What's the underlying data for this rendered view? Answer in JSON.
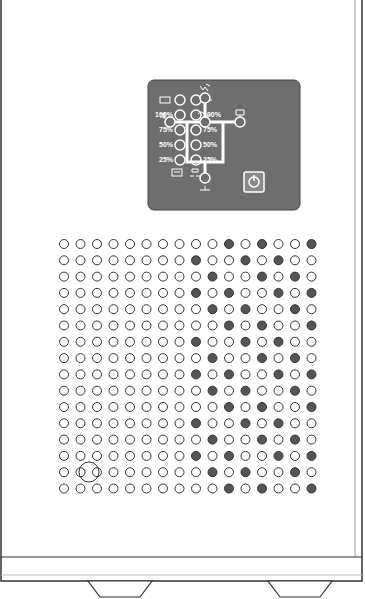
{
  "diagram": {
    "labels": [
      "100%",
      "100%",
      "75%",
      "75%",
      "50%",
      "50%",
      "25%",
      "25%"
    ]
  }
}
